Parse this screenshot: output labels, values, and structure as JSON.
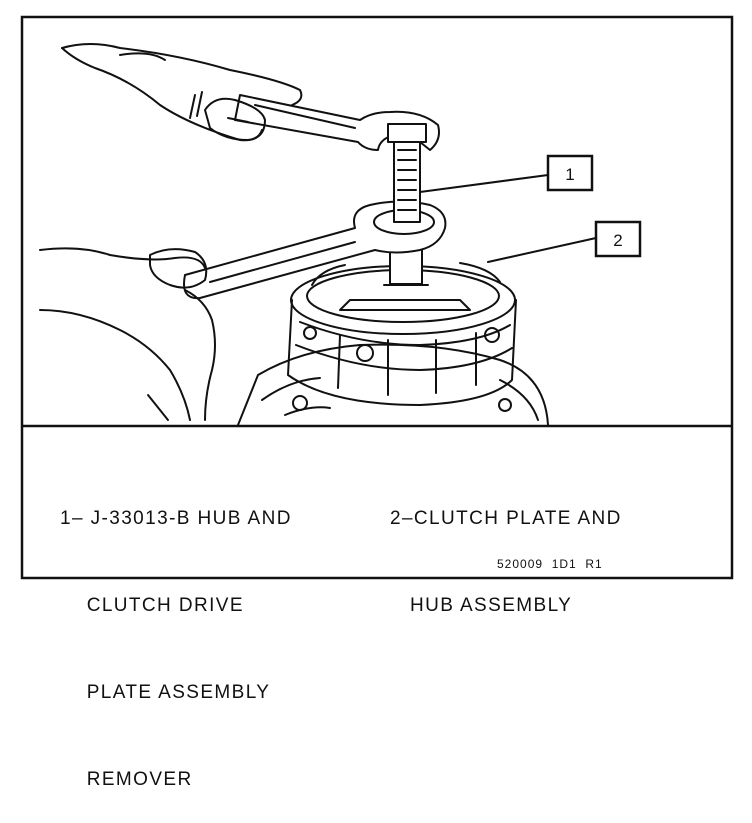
{
  "callouts": [
    {
      "number": "1"
    },
    {
      "number": "2"
    }
  ],
  "legend": [
    {
      "lines": [
        "1– J-33013-B HUB AND",
        "    CLUTCH DRIVE",
        "    PLATE ASSEMBLY",
        "    REMOVER"
      ]
    },
    {
      "lines": [
        "2–CLUTCH PLATE AND",
        "   HUB ASSEMBLY"
      ]
    }
  ],
  "figure_code": "520009  1D1  R1",
  "colors": {
    "ink": "#111111",
    "paper": "#ffffff"
  }
}
